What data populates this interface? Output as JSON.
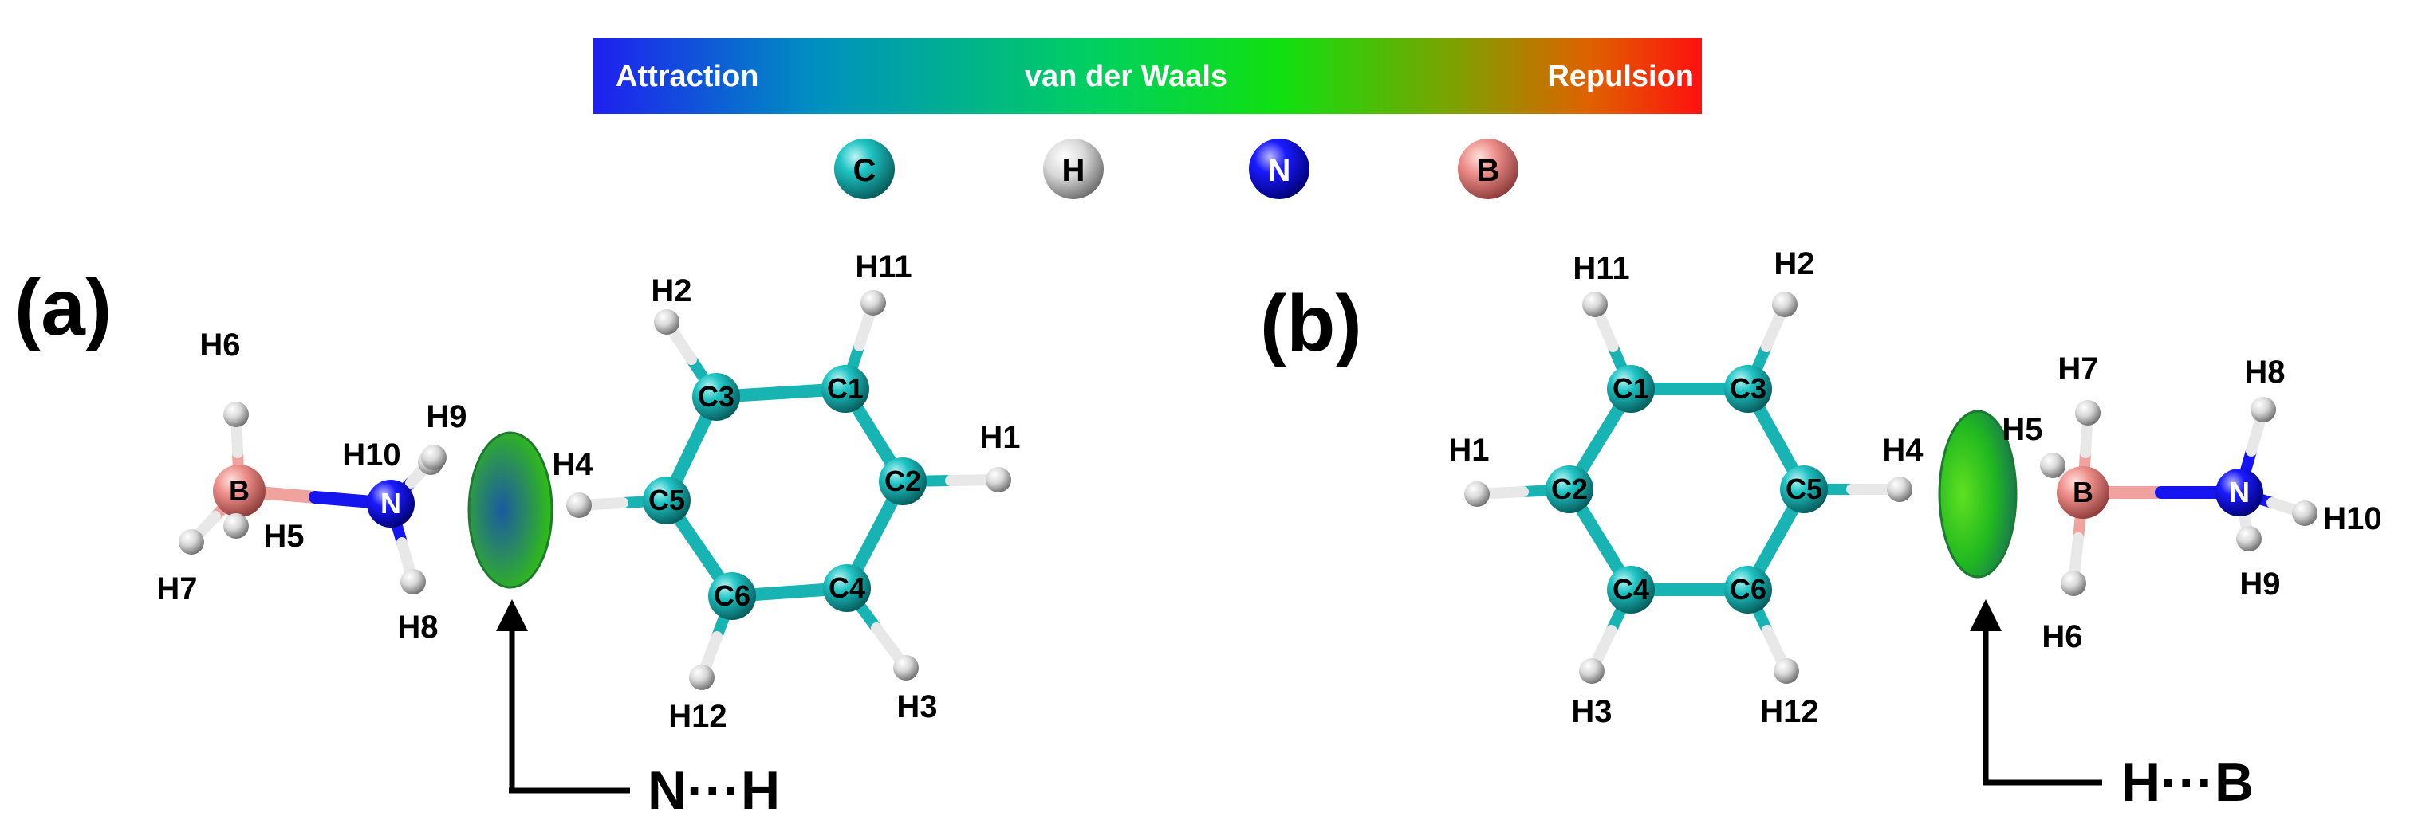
{
  "colorbar": {
    "left_label": "Attraction",
    "center_label": "van der Waals",
    "right_label": "Repulsion",
    "gradient": [
      "#1f1ff0",
      "#0090c0",
      "#00d060",
      "#10e010",
      "#80a000",
      "#e06000",
      "#ff1010"
    ]
  },
  "legend": [
    {
      "symbol": "C",
      "color": "#159a9a"
    },
    {
      "symbol": "H",
      "color": "#a8a8a8"
    },
    {
      "symbol": "N",
      "color": "#1a1aff"
    },
    {
      "symbol": "B",
      "color": "#e07a78"
    }
  ],
  "panels": {
    "a": {
      "label": "(a)",
      "interaction": "N···H",
      "atoms": {
        "B": "B",
        "N": "N",
        "C1": "C1",
        "C2": "C2",
        "C3": "C3",
        "C4": "C4",
        "C5": "C5",
        "C6": "C6",
        "H1": "H1",
        "H2": "H2",
        "H3": "H3",
        "H4": "H4",
        "H5": "H5",
        "H6": "H6",
        "H7": "H7",
        "H8": "H8",
        "H9": "H9",
        "H10": "H10",
        "H11": "H11",
        "H12": "H12"
      }
    },
    "b": {
      "label": "(b)",
      "interaction": "H···B",
      "atoms": {
        "B": "B",
        "N": "N",
        "C1": "C1",
        "C2": "C2",
        "C3": "C3",
        "C4": "C4",
        "C5": "C5",
        "C6": "C6",
        "H1": "H1",
        "H2": "H2",
        "H3": "H3",
        "H4": "H4",
        "H5": "H5",
        "H6": "H6",
        "H7": "H7",
        "H8": "H8",
        "H9": "H9",
        "H10": "H10",
        "H11": "H11",
        "H12": "H12"
      }
    }
  }
}
